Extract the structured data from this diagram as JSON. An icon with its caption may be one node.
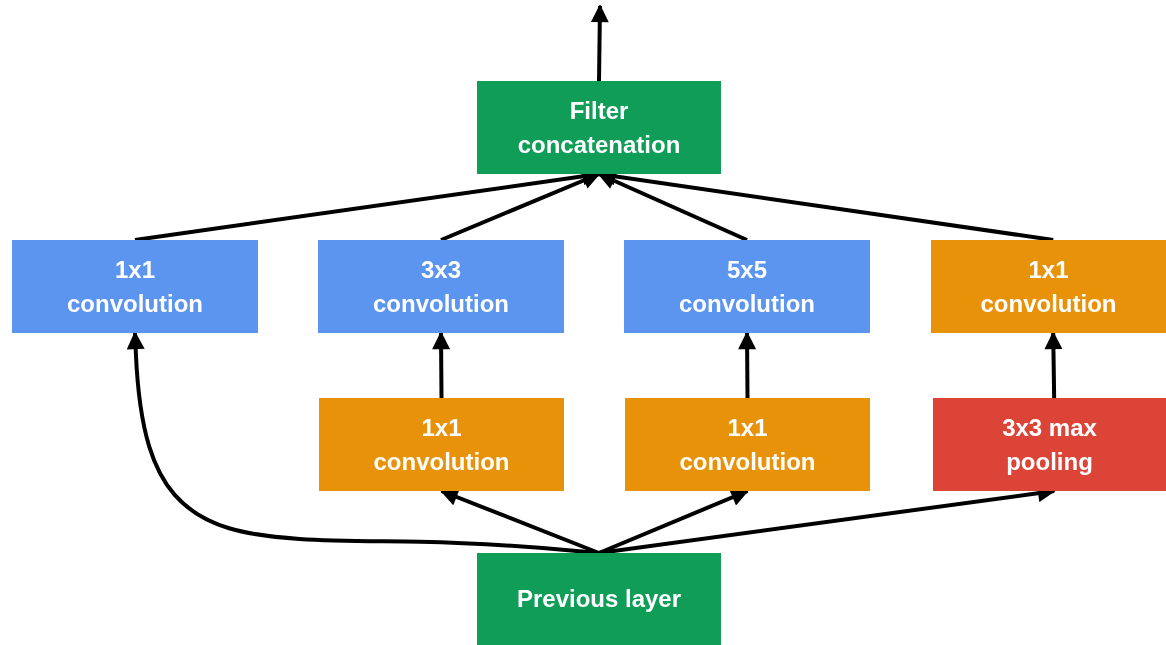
{
  "diagram": {
    "nodes": [
      {
        "text": [
          "Filter concatenation"
        ]
      },
      {
        "text": [
          "1x1 convolution"
        ]
      },
      {
        "text": [
          "3x3 convolution"
        ]
      },
      {
        "text": [
          "5x5 convolution"
        ]
      },
      {
        "text": [
          "1x1 convolution"
        ]
      },
      {
        "text": [
          "1x1 convolution"
        ]
      },
      {
        "text": [
          "1x1 convolution"
        ]
      },
      {
        "text": [
          "3x3 max pooling"
        ]
      },
      {
        "text": [
          "Previous layer"
        ]
      }
    ],
    "edges": [
      {
        "from": 0,
        "to": null,
        "arrow": "to"
      },
      {
        "from": 1,
        "to": 0,
        "arrow": "to"
      },
      {
        "from": 2,
        "to": 0,
        "arrow": "to"
      },
      {
        "from": 3,
        "to": 0,
        "arrow": "to"
      },
      {
        "from": 4,
        "to": 0,
        "arrow": "to"
      },
      {
        "from": 5,
        "to": 2,
        "arrow": "to"
      },
      {
        "from": 6,
        "to": 3,
        "arrow": "to"
      },
      {
        "from": 7,
        "to": 4,
        "arrow": "to"
      },
      {
        "from": 8,
        "to": 1,
        "arrow": "to"
      },
      {
        "from": 8,
        "to": 5,
        "arrow": "to"
      },
      {
        "from": 8,
        "to": 6,
        "arrow": "to"
      },
      {
        "from": 8,
        "to": 7,
        "arrow": "to"
      }
    ]
  }
}
